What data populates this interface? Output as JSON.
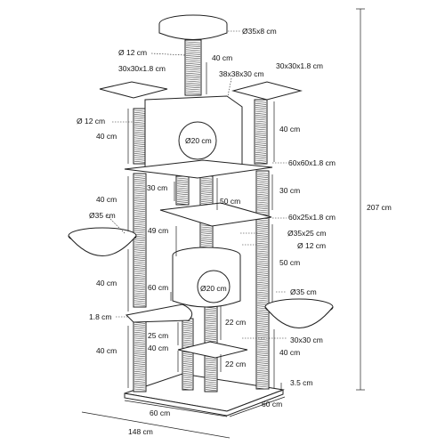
{
  "labels": {
    "top_bed": "Ø35x8 cm",
    "top_post_dia": "Ø 12 cm",
    "top_post_h": "40 cm",
    "left_plat": "30x30x1.8 cm",
    "cabin_top": "38x38x30 cm",
    "right_plat": "30x30x1.8 cm",
    "left_post_dia": "Ø 12 cm",
    "left_post_h1": "40 cm",
    "right_post_h1": "40 cm",
    "cabin_hole": "Ø20 cm",
    "big_plat": "60x60x1.8 cm",
    "mid_h30_left": "30 cm",
    "mid_h50": "50 cm",
    "right_h30": "30 cm",
    "left_h40_2": "40 cm",
    "mid_plat": "60x25x1.8 cm",
    "left_bowl": "Ø35 cm",
    "mid_h49": "49 cm",
    "tube": "Ø35x25 cm",
    "tube_post_dia": "Ø 12 cm",
    "right_h50": "50 cm",
    "left_h40_3": "40 cm",
    "tube_h60": "60 cm",
    "tube_hole": "Ø20 cm",
    "right_bowl": "Ø35 cm",
    "thickness": "1.8 cm",
    "low_h22": "22 cm",
    "low_h25": "25 cm",
    "low_h40_mid": "40 cm",
    "low_plat": "30x30 cm",
    "left_h40_4": "40 cm",
    "right_h40_4": "40 cm",
    "base_h22": "22 cm",
    "base_thick": "3.5 cm",
    "total_h": "207 cm",
    "base_w1": "60 cm",
    "base_w2": "60 cm",
    "total_w": "148 cm"
  }
}
